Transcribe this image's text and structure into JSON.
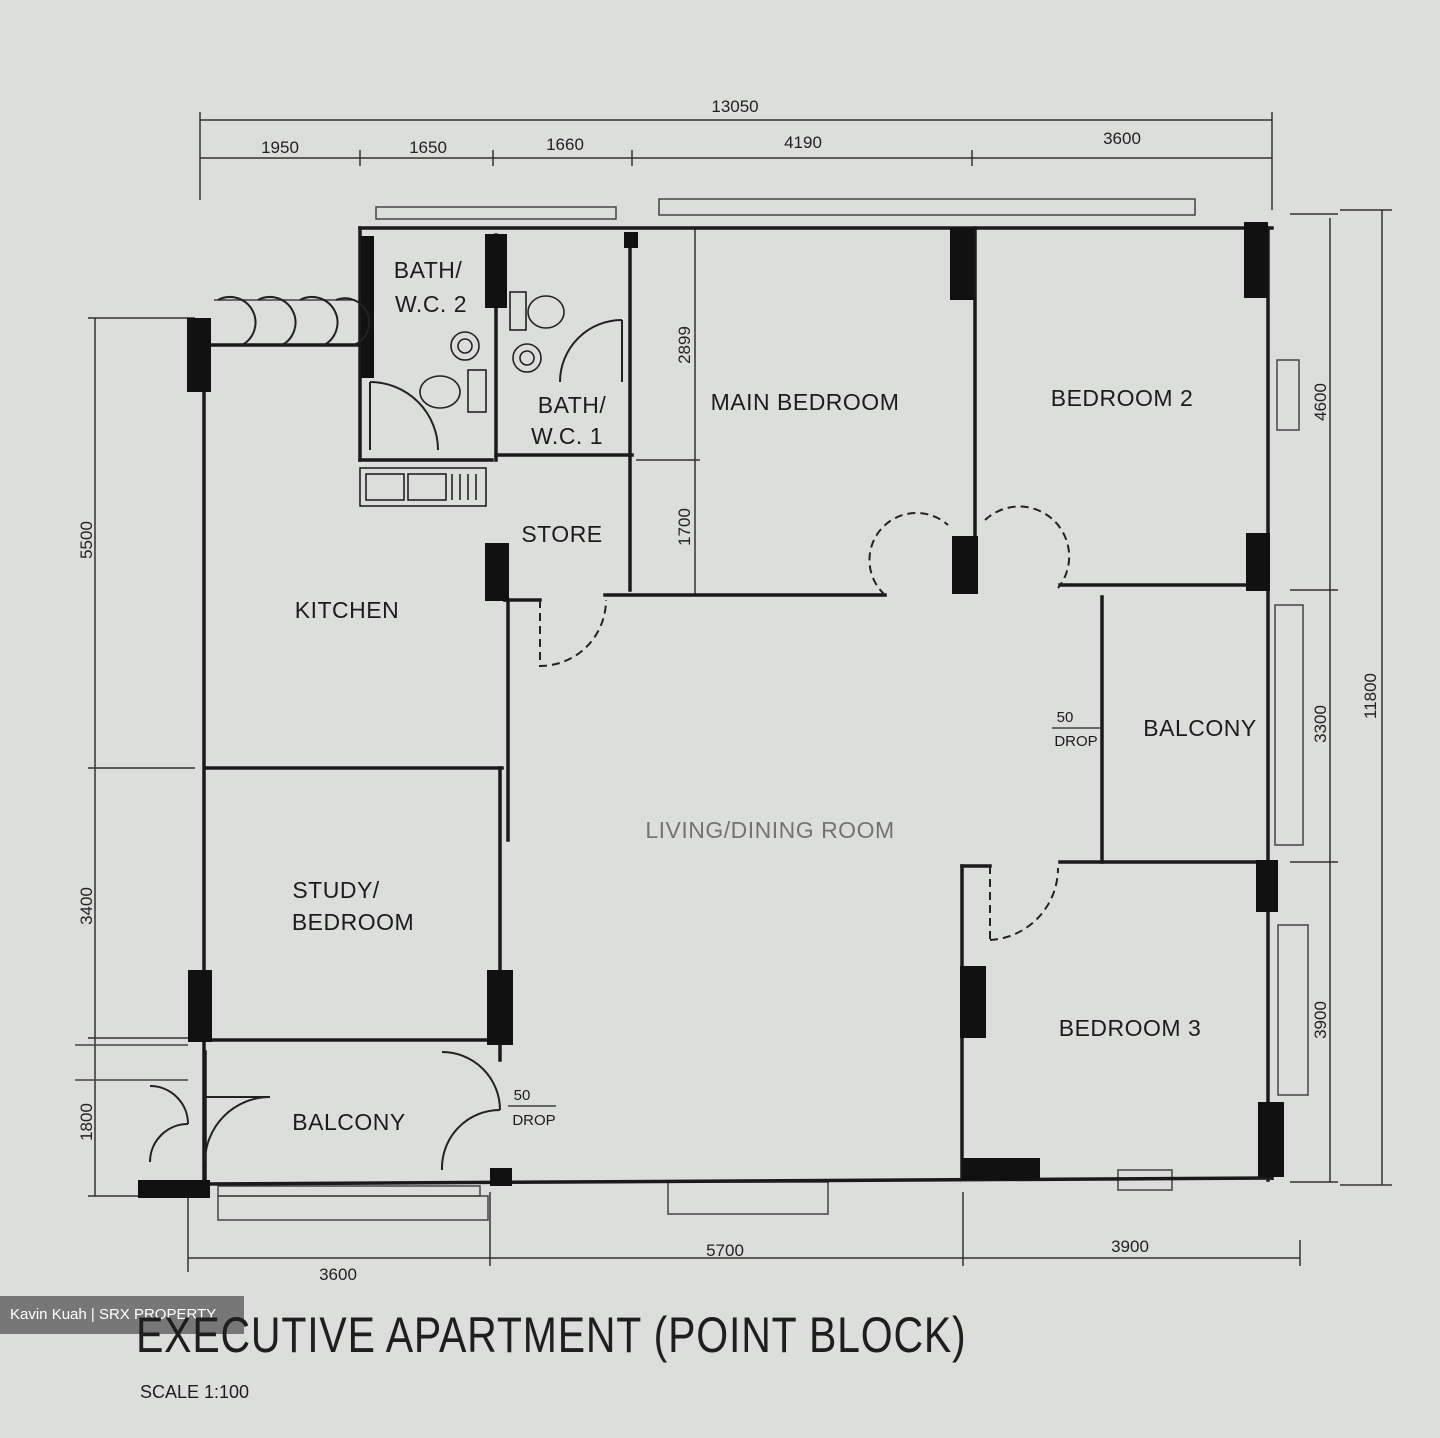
{
  "title": "EXECUTIVE APARTMENT (POINT BLOCK)",
  "scale": "SCALE 1:100",
  "watermark": "Kavin Kuah | SRX PROPERTY",
  "dimensions": {
    "overall_top": "13050",
    "top": [
      "1950",
      "1650",
      "1660",
      "4190",
      "3600"
    ],
    "bottom": [
      "3600",
      "5700",
      "3900"
    ],
    "left": [
      "5500",
      "3400",
      "1800"
    ],
    "right": [
      "4600",
      "3300",
      "3900"
    ],
    "overall_right": "11800",
    "main_bedroom": [
      "2899",
      "1700"
    ]
  },
  "rooms": {
    "bath2_line1": "BATH/",
    "bath2_line2": "W.C. 2",
    "bath1_line1": "BATH/",
    "bath1_line2": "W.C. 1",
    "main_bedroom": "MAIN BEDROOM",
    "bedroom2": "BEDROOM 2",
    "store": "STORE",
    "kitchen": "KITCHEN",
    "living": "LIVING/DINING ROOM",
    "balcony_right": "BALCONY",
    "study_line1": "STUDY/",
    "study_line2": "BEDROOM",
    "bedroom3": "BEDROOM 3",
    "balcony_left": "BALCONY"
  },
  "drops": {
    "right_value": "50",
    "right_label": "DROP",
    "left_value": "50",
    "left_label": "DROP"
  }
}
